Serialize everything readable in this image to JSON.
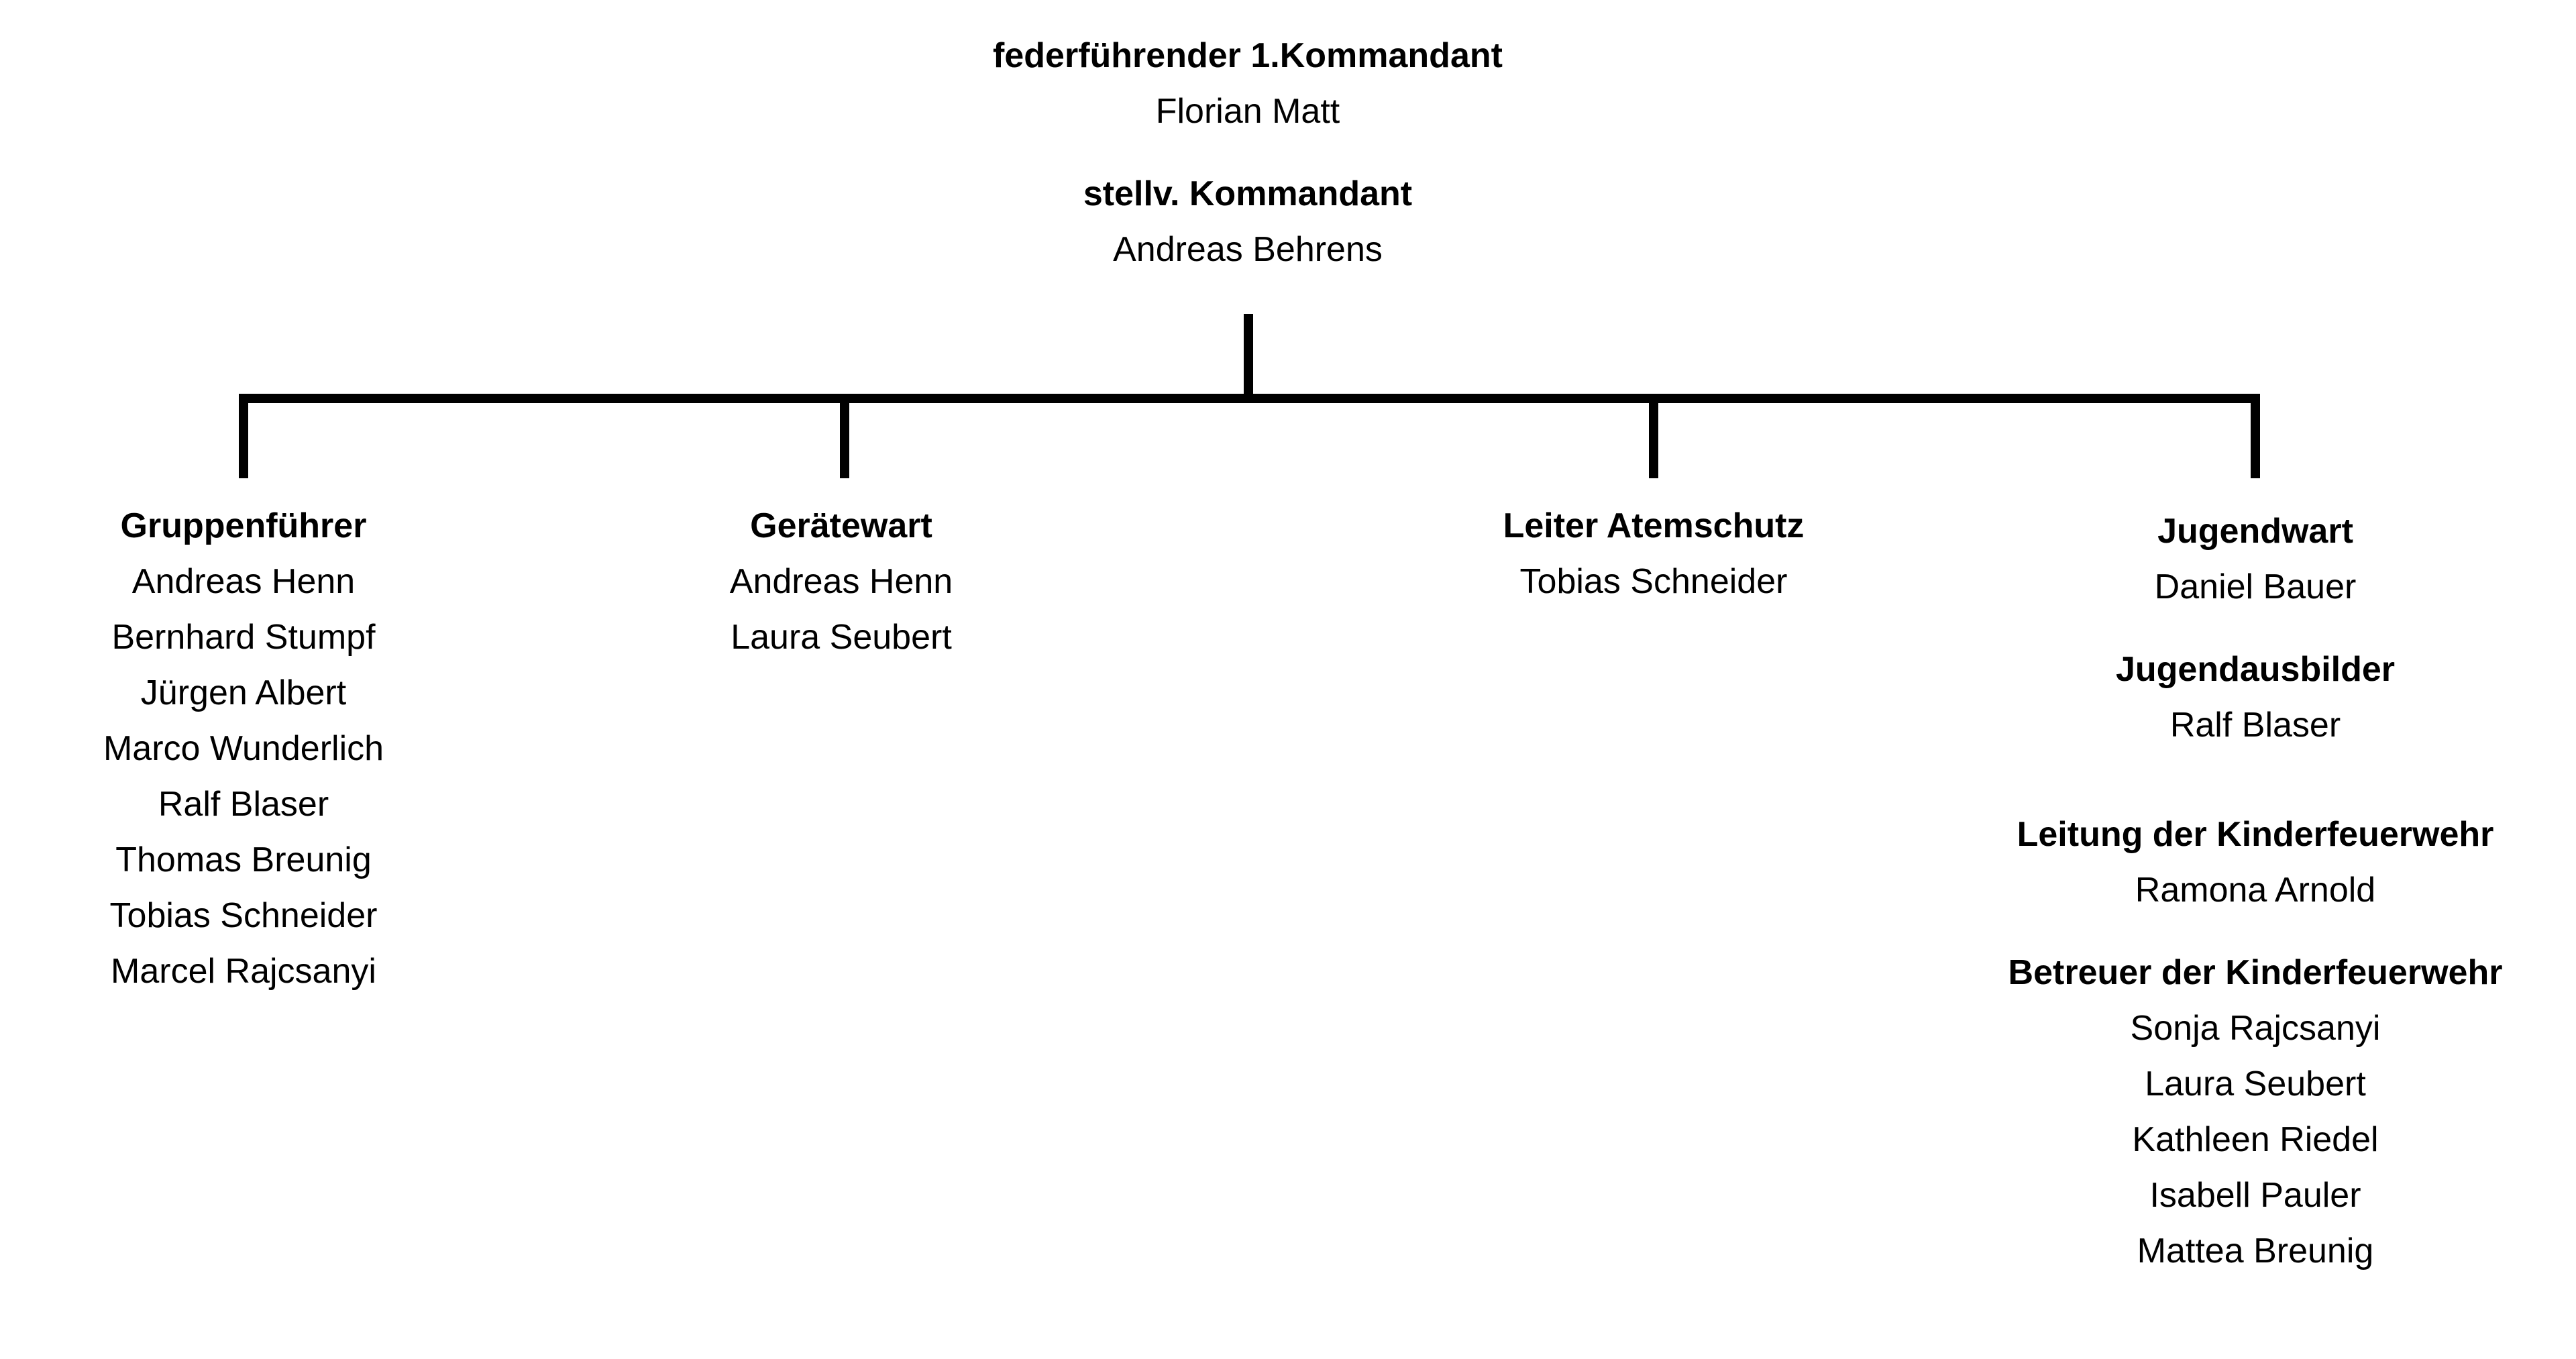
{
  "top": {
    "commander": {
      "role": "federführender 1.Kommandant",
      "names": [
        "Florian Matt"
      ]
    },
    "deputy": {
      "role": "stellv. Kommandant",
      "names": [
        "Andreas Behrens"
      ]
    }
  },
  "branches": [
    {
      "sections": [
        {
          "role": "Gruppenführer",
          "names": [
            "Andreas Henn",
            "Bernhard Stumpf",
            "Jürgen Albert",
            "Marco Wunderlich",
            "Ralf Blaser",
            "Thomas Breunig",
            "Tobias Schneider",
            "Marcel Rajcsanyi"
          ]
        }
      ]
    },
    {
      "sections": [
        {
          "role": "Gerätewart",
          "names": [
            "Andreas Henn",
            "Laura Seubert"
          ]
        }
      ]
    },
    {
      "sections": [
        {
          "role": "Leiter Atemschutz",
          "names": [
            "Tobias Schneider"
          ]
        }
      ]
    },
    {
      "sections": [
        {
          "role": "Jugendwart",
          "names": [
            "Daniel Bauer"
          ]
        },
        {
          "role": "Jugendausbilder",
          "names": [
            "Ralf Blaser"
          ]
        },
        {
          "role": "Leitung der Kinderfeuerwehr",
          "names": [
            "Ramona Arnold"
          ]
        },
        {
          "role": "Betreuer der Kinderfeuerwehr",
          "names": [
            "Sonja Rajcsanyi",
            "Laura Seubert",
            "Kathleen Riedel",
            "Isabell Pauler",
            "Mattea Breunig"
          ]
        }
      ]
    }
  ],
  "colors": {
    "text": "#000000",
    "lines": "#000000",
    "background": "#ffffff"
  }
}
